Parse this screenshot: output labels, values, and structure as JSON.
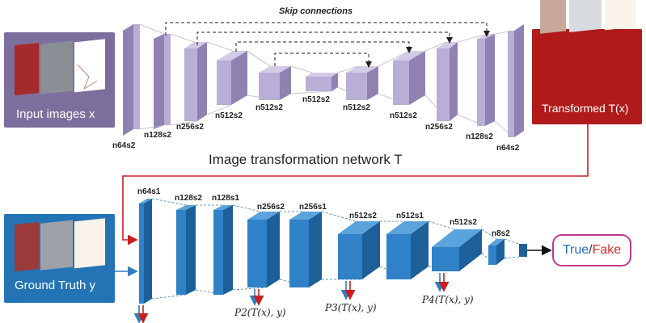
{
  "skip_label": "Skip connections",
  "network_title": "Image transformation network T",
  "input_label": "Input images x",
  "transformed_label": "Transformed T(x)",
  "ground_truth_label": "Ground Truth y",
  "generator_layers": [
    "n64s2",
    "n128s2",
    "n256s2",
    "n512s2",
    "n512s2",
    "n512s2",
    "n512s2",
    "n512s2",
    "n256s2",
    "n128s2",
    "n64s2"
  ],
  "discriminator_layers": [
    "n64s1",
    "n128s2",
    "n128s1",
    "n256s2",
    "n256s1",
    "n512s2",
    "n512s1",
    "n512s2",
    "n8s2"
  ],
  "perceptual_losses": [
    "P2(T(x), y)",
    "P3(T(x), y)",
    "P4(T(x), y)"
  ],
  "output": {
    "true_label": "True",
    "separator": "/",
    "fake_label": "Fake"
  },
  "colors": {
    "generator_block": "#b9aed6",
    "input_panel": "#7d6f9d",
    "transformed_panel": "#b01a1a",
    "ground_truth_panel": "#2474b5",
    "discriminator_block": "#2f82c8",
    "arrow_red": "#c81e1e",
    "arrow_blue": "#2f7fc0",
    "output_border": "#c0398f"
  }
}
